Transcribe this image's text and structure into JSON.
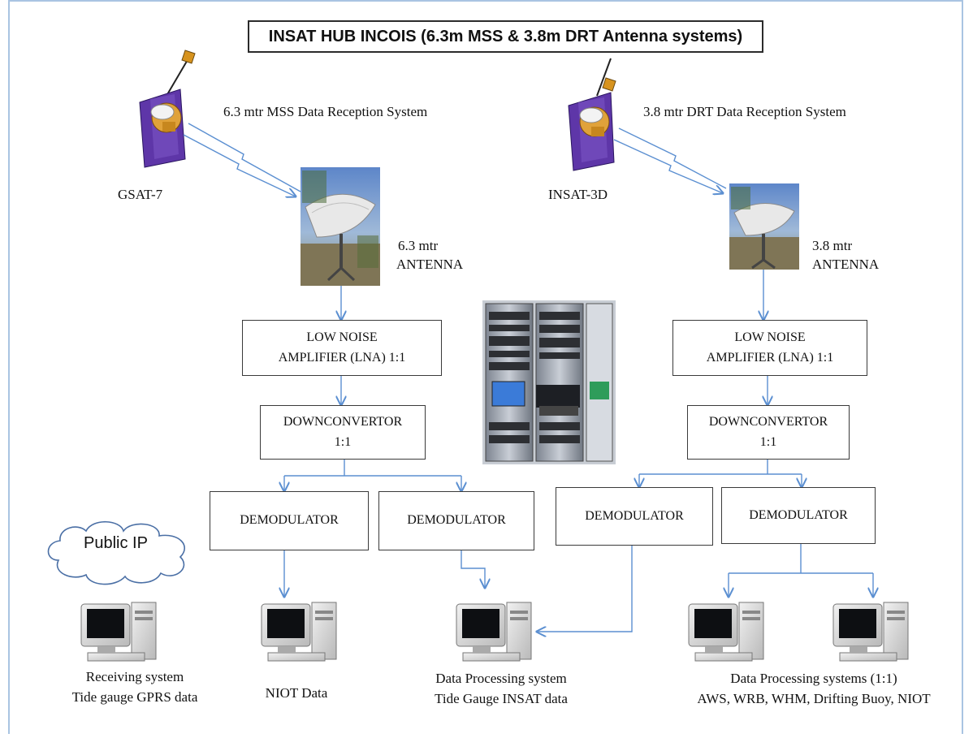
{
  "title": "INSAT HUB INCOIS (6.3m MSS & 3.8m DRT Antenna systems)",
  "left": {
    "satellite": "GSAT-7",
    "system": "6.3 mtr MSS Data Reception System",
    "antenna_line1": "6.3 mtr",
    "antenna_line2": "ANTENNA",
    "lna_line1": "LOW NOISE",
    "lna_line2": "AMPLIFIER (LNA) 1:1",
    "dc_line1": "DOWNCONVERTOR",
    "dc_line2": "1:1",
    "demod1": "DEMODULATOR",
    "demod2": "DEMODULATOR"
  },
  "right": {
    "satellite": "INSAT-3D",
    "system": "3.8 mtr DRT Data Reception System",
    "antenna_line1": "3.8 mtr",
    "antenna_line2": "ANTENNA",
    "lna_line1": "LOW NOISE",
    "lna_line2": "AMPLIFIER (LNA) 1:1",
    "dc_line1": "DOWNCONVERTOR",
    "dc_line2": "1:1",
    "demod1": "DEMODULATOR",
    "demod2": "DEMODULATOR"
  },
  "cloud": "Public IP",
  "computers": {
    "receiving_line1": "Receiving system",
    "receiving_line2": "Tide gauge GPRS  data",
    "niot": "NIOT Data",
    "dps_line1": "Data Processing system",
    "dps_line2": "Tide Gauge INSAT data",
    "dps2_line1": "Data Processing systems (1:1)",
    "dps2_line2": "AWS, WRB, WHM, Drifting Buoy, NIOT"
  },
  "colors": {
    "arrow": "#5b8fd1",
    "box_border": "#3a3a3a",
    "frame": "#a9c4e2"
  }
}
